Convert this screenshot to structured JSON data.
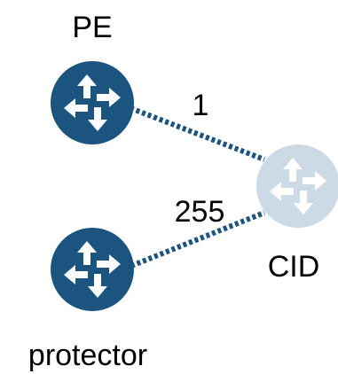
{
  "nodes": {
    "pe": {
      "label": "PE",
      "state": "active",
      "icon": "router-icon"
    },
    "cid": {
      "label": "CID",
      "state": "inactive",
      "icon": "router-icon"
    },
    "protector": {
      "label": "protector",
      "state": "active",
      "icon": "router-icon"
    }
  },
  "links": {
    "pe_cid": {
      "label": "1",
      "style": "dotted"
    },
    "protector_cid": {
      "label": "255",
      "style": "dotted"
    }
  },
  "colors": {
    "active_router": "#1c5480",
    "inactive_router": "#ccdae6",
    "link": "#1c5480",
    "arrow": "#ffffff"
  }
}
